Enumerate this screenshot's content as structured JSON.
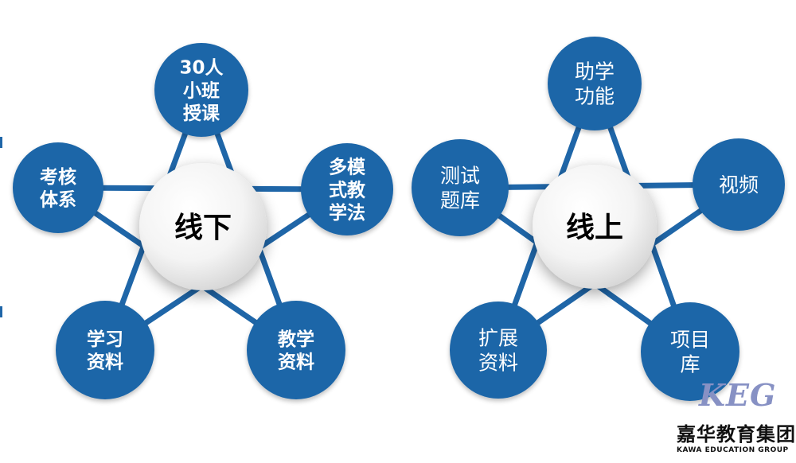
{
  "colors": {
    "node_fill": "#1f66a8",
    "connector": "#1f66a8",
    "center_text": "#000000",
    "node_text": "#ffffff",
    "logo_mark": "#8791c4"
  },
  "diagrams": [
    {
      "center": "线下",
      "nodes": [
        {
          "lines": [
            "30人",
            "小班",
            "授课"
          ]
        },
        {
          "lines": [
            "多模",
            "式教",
            "学法"
          ]
        },
        {
          "lines": [
            "教学",
            "资料"
          ]
        },
        {
          "lines": [
            "学习",
            "资料"
          ]
        },
        {
          "lines": [
            "考核",
            "体系"
          ]
        }
      ]
    },
    {
      "center": "线上",
      "nodes": [
        {
          "lines": [
            "助学",
            "功能"
          ]
        },
        {
          "lines": [
            "视频"
          ]
        },
        {
          "lines": [
            "项目",
            "库"
          ]
        },
        {
          "lines": [
            "扩展",
            "资料"
          ]
        },
        {
          "lines": [
            "测试",
            "题库"
          ]
        }
      ]
    }
  ],
  "logo": {
    "mark": "KEG",
    "name_cn": "嘉华教育集团",
    "name_en": "KAWA EDUCATION GROUP"
  }
}
